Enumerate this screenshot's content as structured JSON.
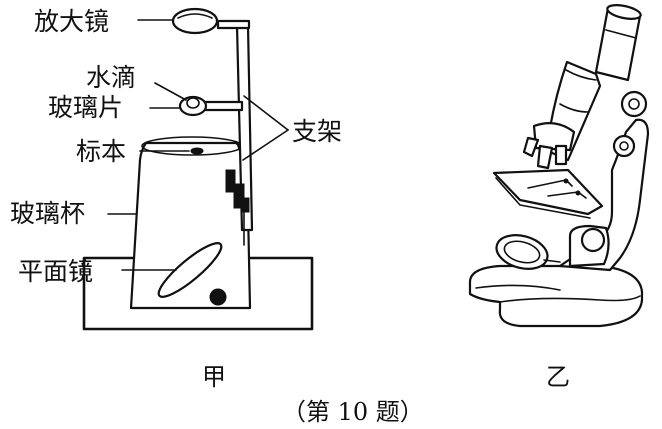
{
  "labels": {
    "magnifier": "放大镜",
    "water_drop": "水滴",
    "glass_slide": "玻璃片",
    "specimen": "标本",
    "stand": "支架",
    "glass_cup": "玻璃杯",
    "plane_mirror": "平面镜"
  },
  "captions": {
    "left": "甲",
    "right": "乙",
    "figure": "（第 10 题）"
  }
}
